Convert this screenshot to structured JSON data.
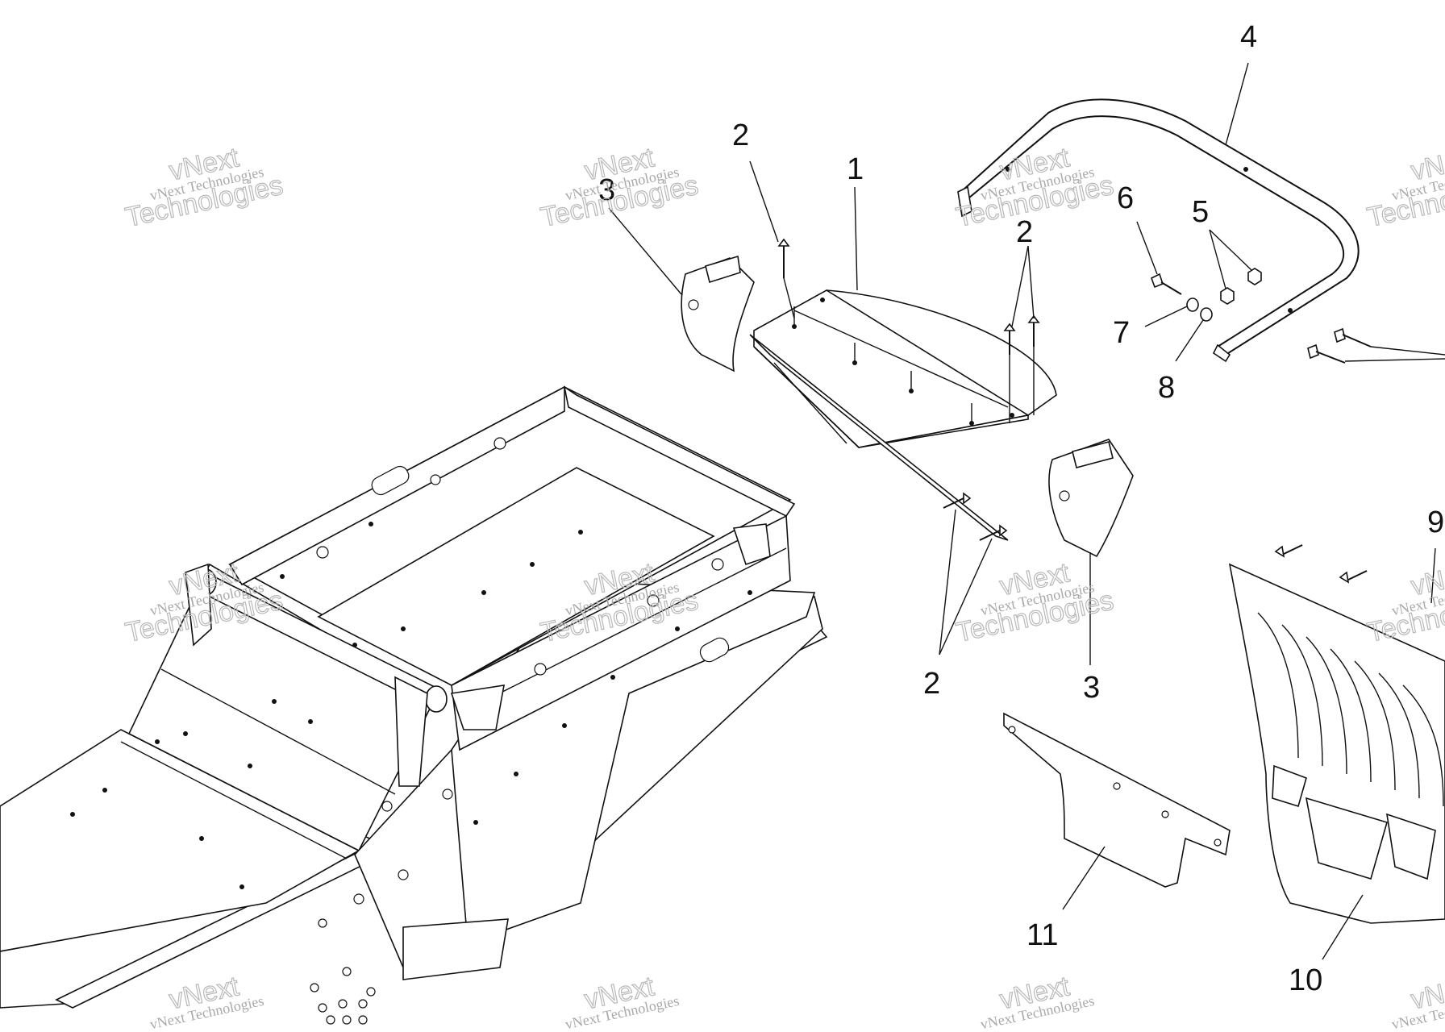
{
  "diagram": {
    "callouts": [
      {
        "id": "c1",
        "label": "1"
      },
      {
        "id": "c2a",
        "label": "2"
      },
      {
        "id": "c2b",
        "label": "2"
      },
      {
        "id": "c2c",
        "label": "2"
      },
      {
        "id": "c3a",
        "label": "3"
      },
      {
        "id": "c3b",
        "label": "3"
      },
      {
        "id": "c4",
        "label": "4"
      },
      {
        "id": "c5",
        "label": "5"
      },
      {
        "id": "c6",
        "label": "6"
      },
      {
        "id": "c7",
        "label": "7"
      },
      {
        "id": "c8",
        "label": "8"
      },
      {
        "id": "c9",
        "label": "9"
      },
      {
        "id": "c10",
        "label": "10"
      },
      {
        "id": "c11",
        "label": "11"
      }
    ],
    "watermark": {
      "line1": "vNext Technologies",
      "line2": "vNext",
      "line3": "Technologies"
    }
  }
}
